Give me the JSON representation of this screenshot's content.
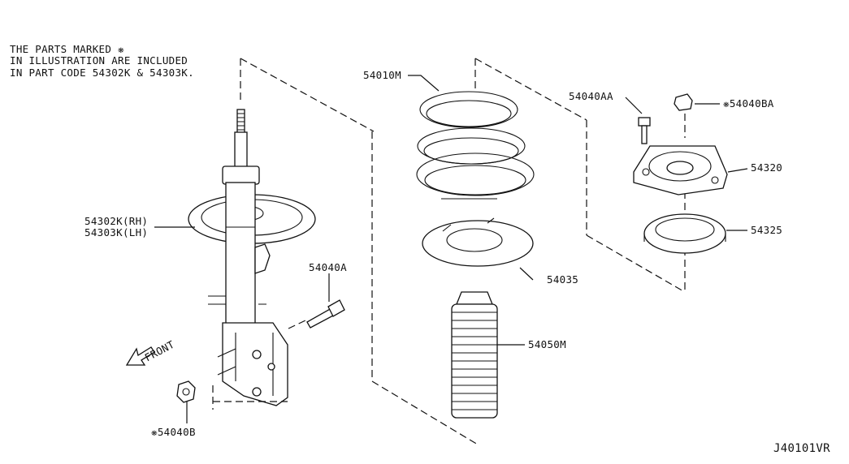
{
  "note": {
    "line1": "THE PARTS MARKED ❋",
    "line2": "IN ILLUSTRATION ARE INCLUDED",
    "line3": "IN PART CODE 54302K & 54303K."
  },
  "labels": {
    "strut_rh": "54302K(RH)",
    "strut_lh": "54303K(LH)",
    "bolt": "54040A",
    "nut": "❋54040B",
    "spring": "54010M",
    "seat": "54035",
    "bound_bumper": "54050M",
    "mount_bolt": "54040AA",
    "mount_nut": "❋54040BA",
    "mount": "54320",
    "bearing": "54325",
    "front": "FRONT"
  },
  "diagram_code": "J40101VR"
}
